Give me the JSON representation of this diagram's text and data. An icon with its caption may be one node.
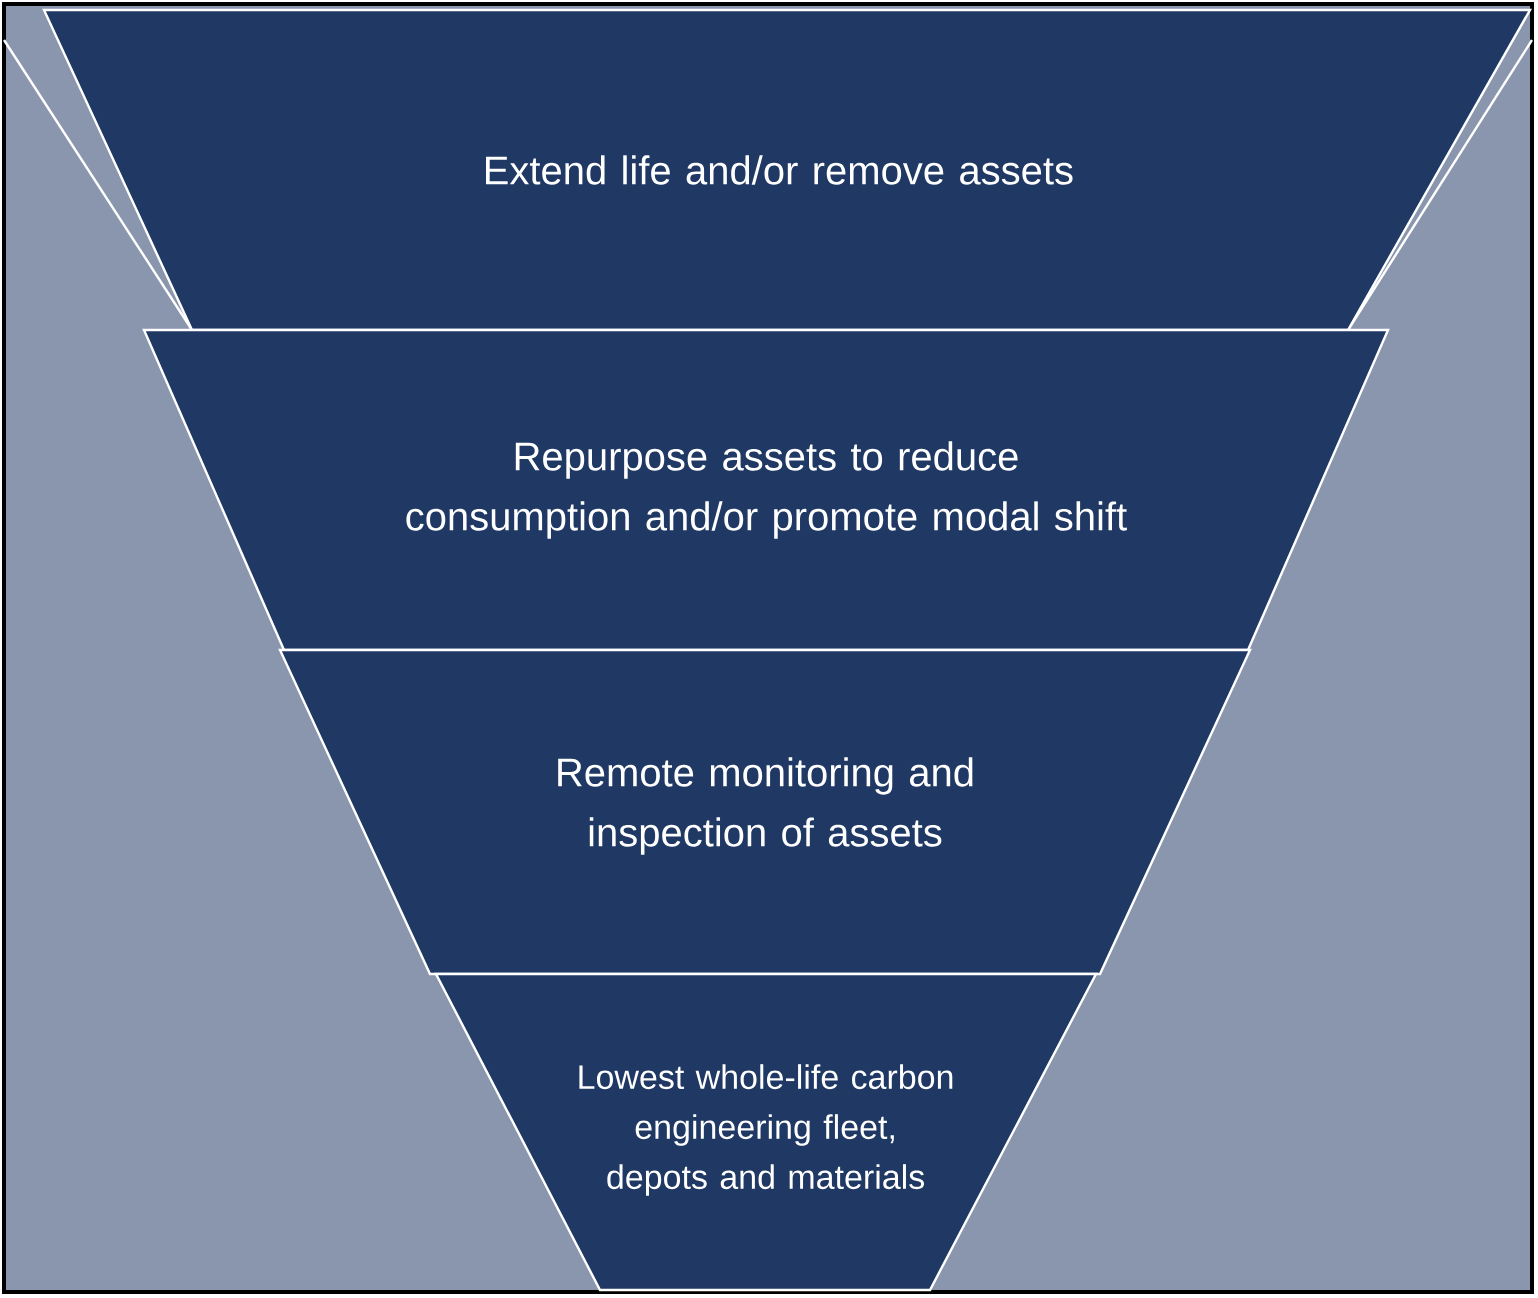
{
  "diagram": {
    "nodes": [
      {
        "text": [
          "Extend life and/or remove assets"
        ]
      },
      {
        "text": [
          "Repurpose assets to reduce consumption and/or promote modal shift"
        ]
      },
      {
        "text": [
          "Remote monitoring and inspection of assets"
        ]
      },
      {
        "text": [
          "Lowest whole-life carbon engineering fleet, depots and materials"
        ]
      }
    ]
  }
}
